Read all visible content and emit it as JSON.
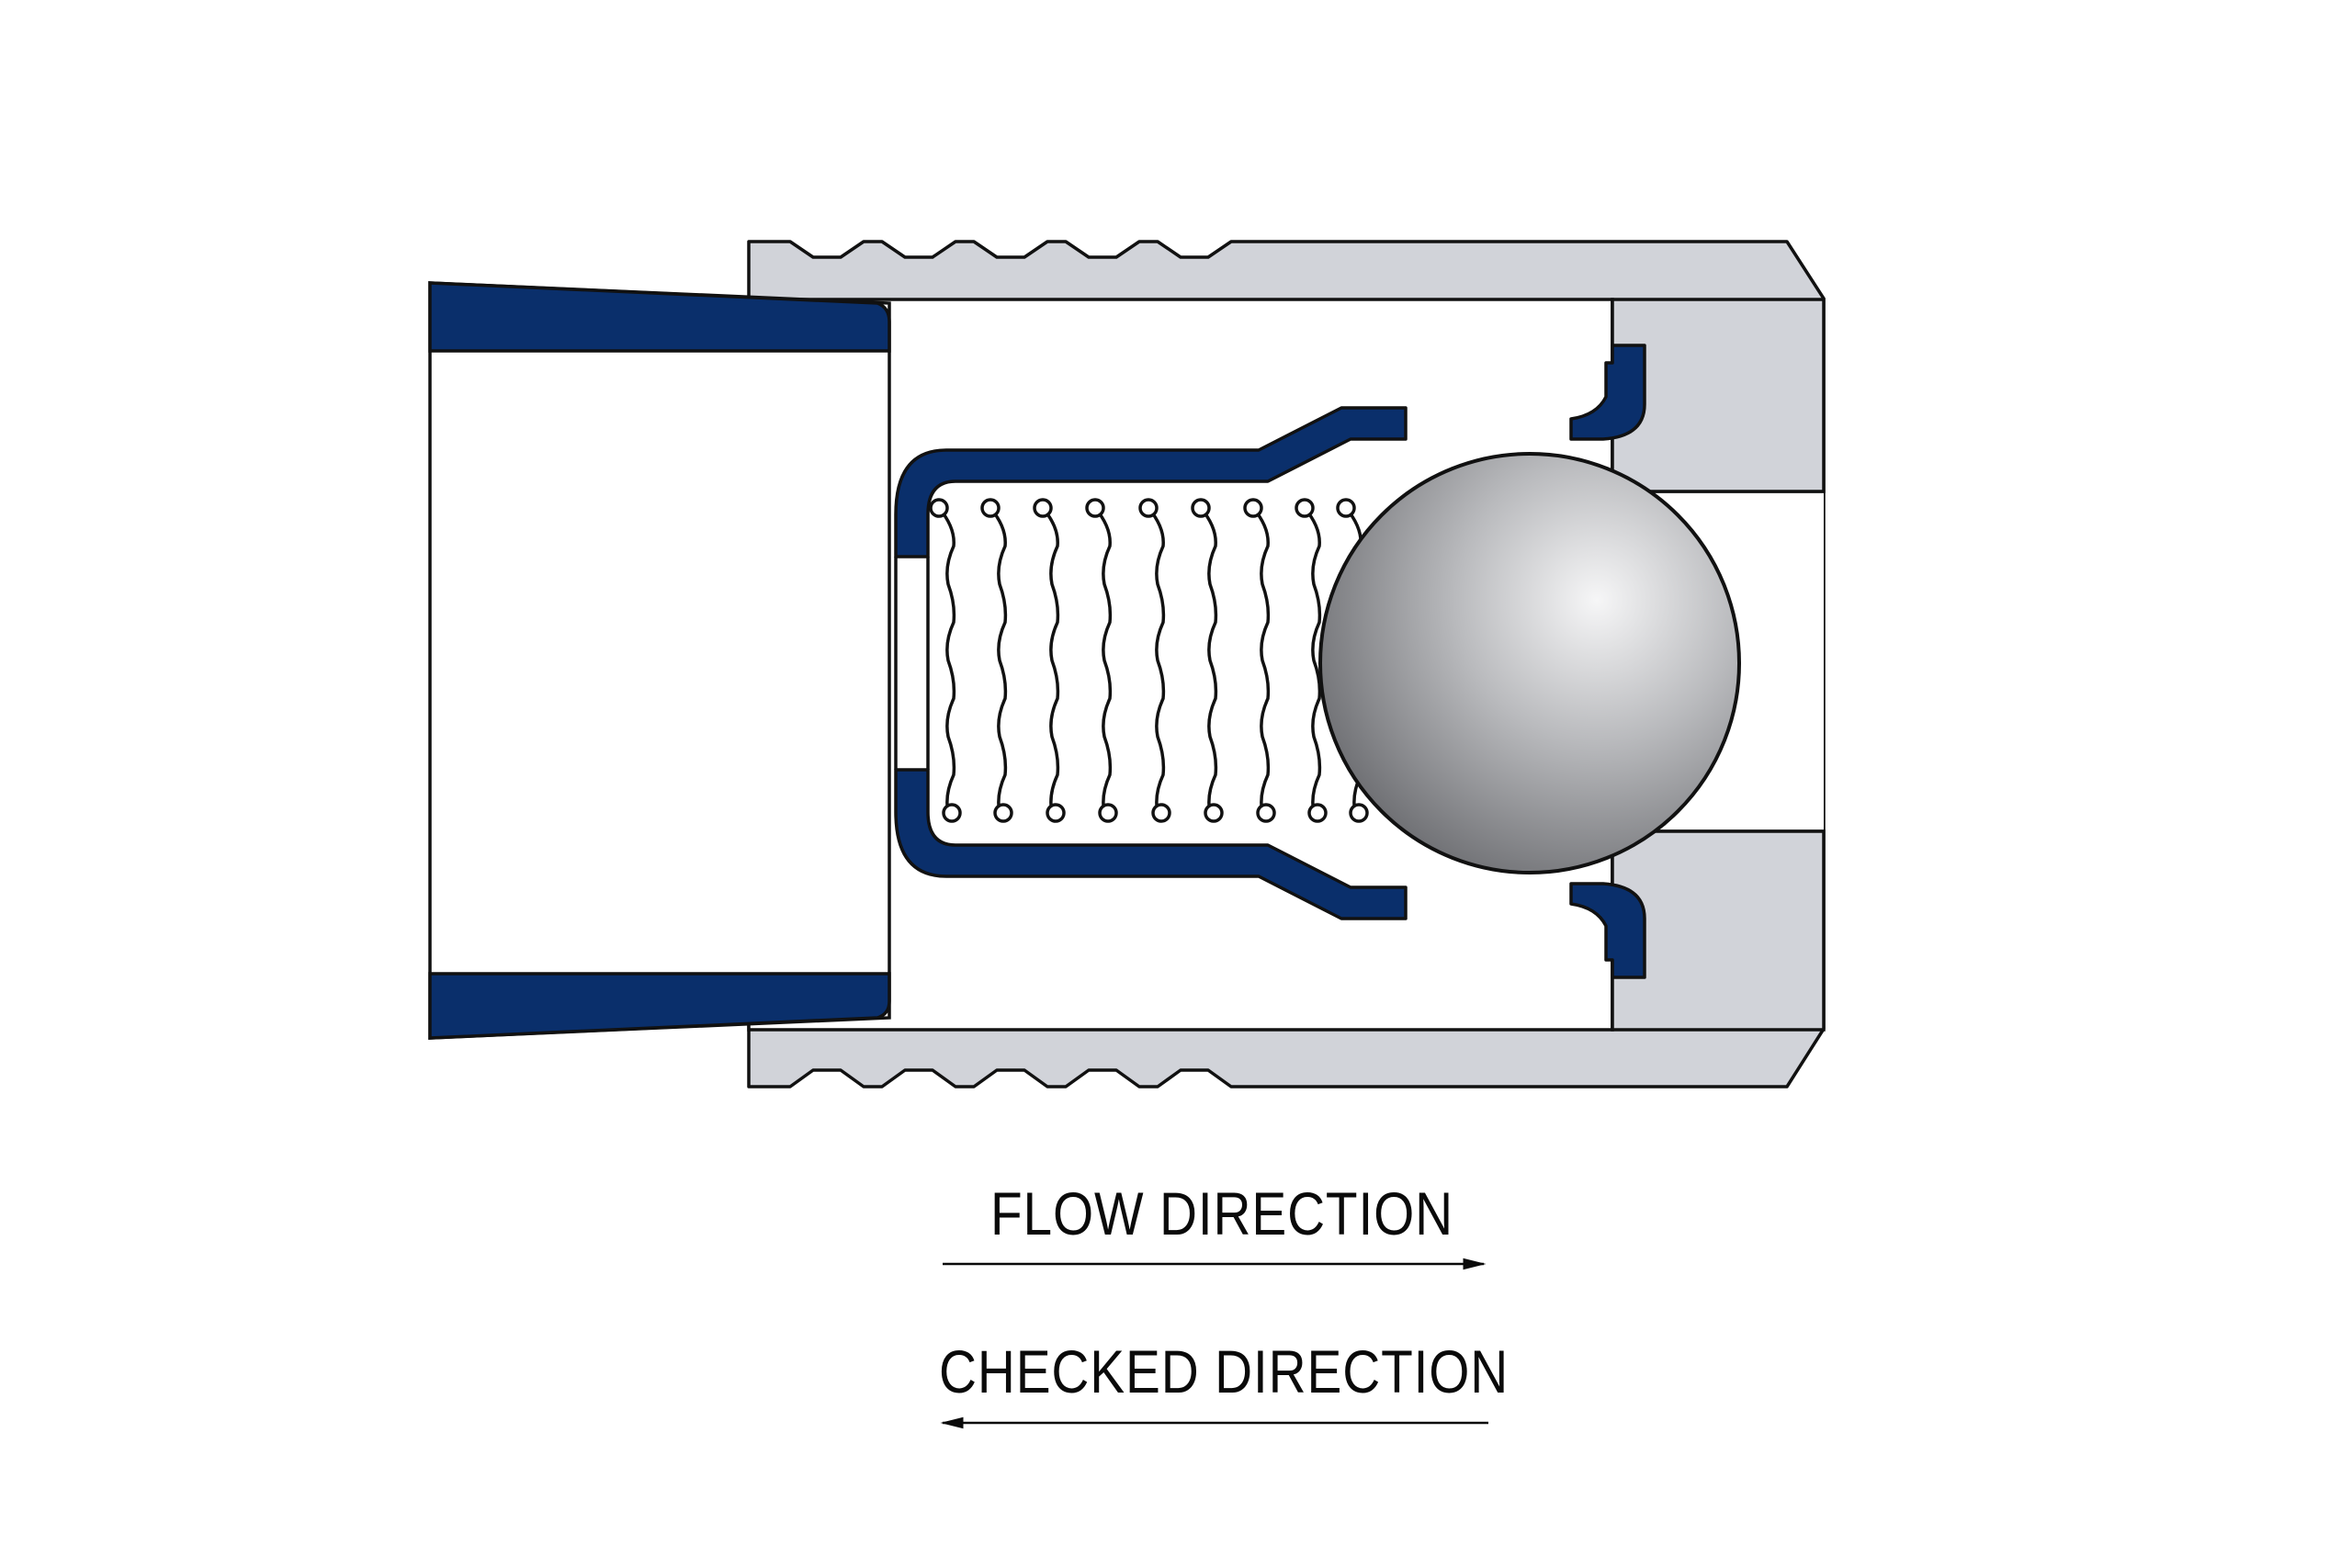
{
  "diagram": {
    "labels": {
      "flow_direction": "FLOW DIRECTION",
      "checked_direction": "CHECKED DIRECTION"
    },
    "colors": {
      "background": "#ffffff",
      "body_gray": "#d1d3d9",
      "seal_blue": "#0a2f6b",
      "outline": "#111111",
      "ball_light": "#f4f4f5",
      "ball_dark": "#6d6e72"
    },
    "parts": [
      "threaded-body",
      "inlet-tube",
      "spring-cage",
      "spring",
      "ball",
      "seat-ring"
    ]
  }
}
